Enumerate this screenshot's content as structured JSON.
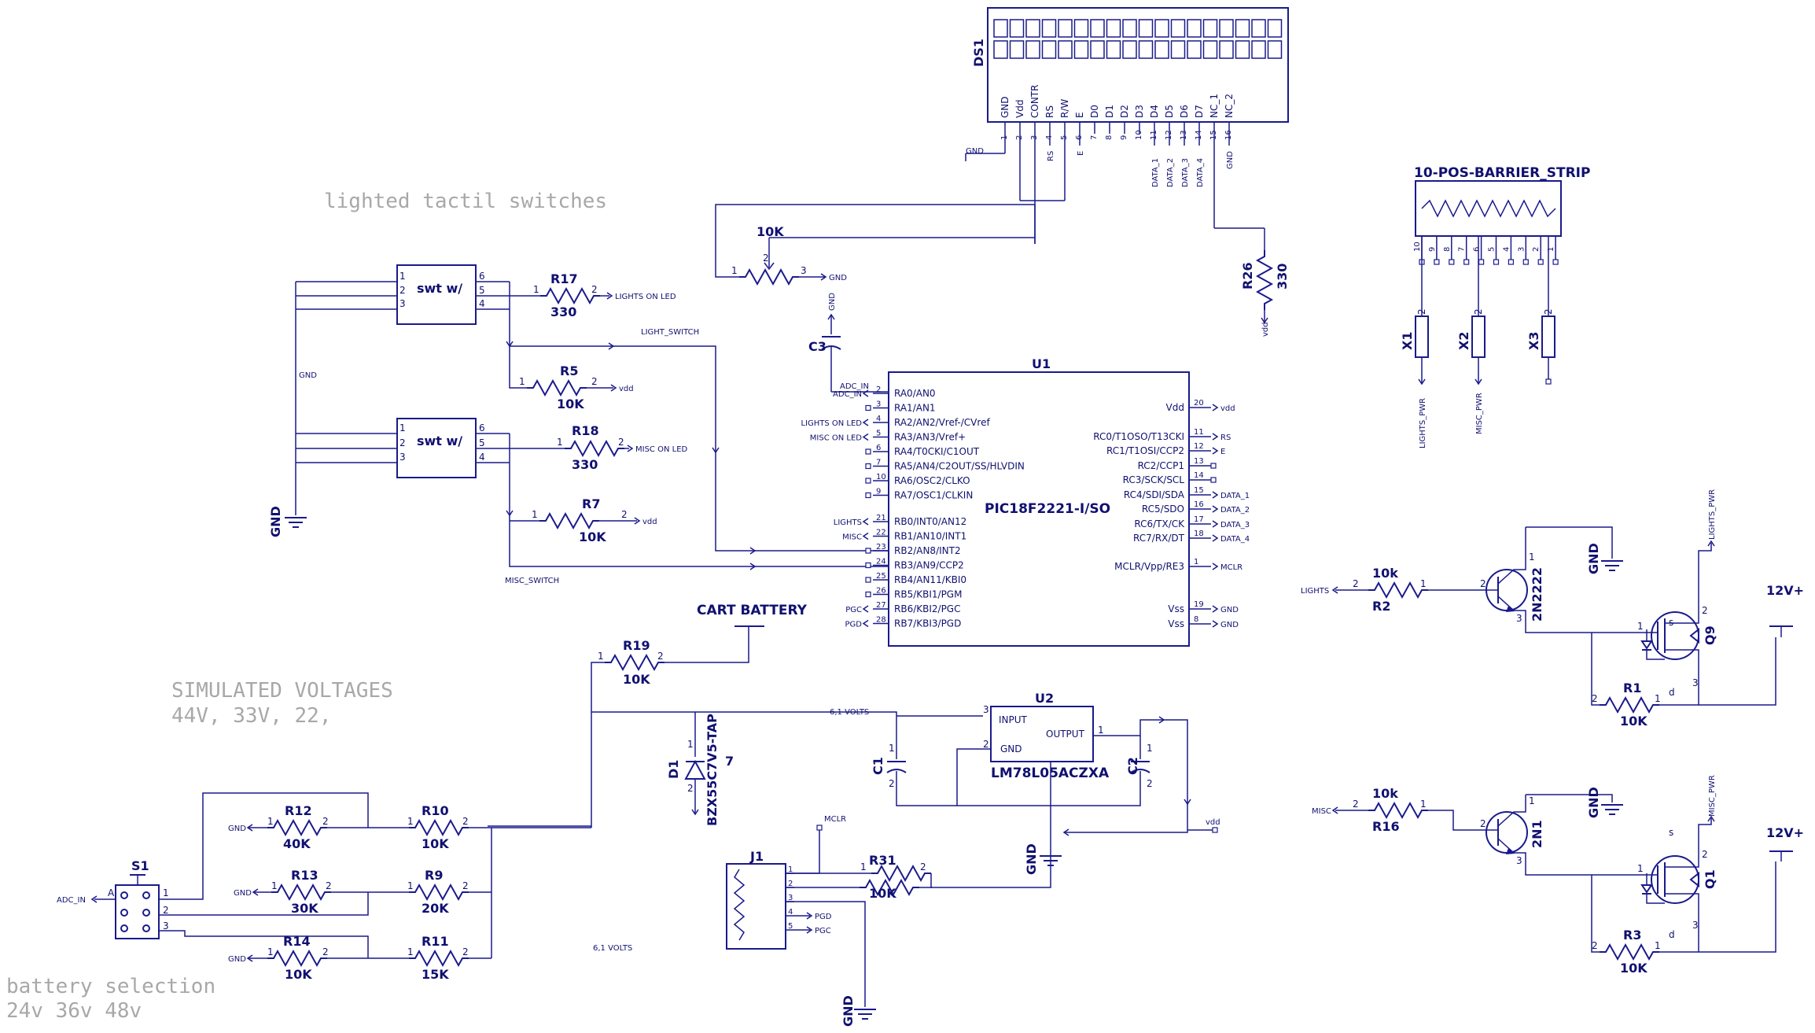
{
  "notes": {
    "tactile": "lighted tactil switches",
    "sim1": "SIMULATED VOLTAGES",
    "sim2": "44V, 33V, 22,",
    "bat1": "battery selection",
    "bat2": "24v 36v 48v"
  },
  "lcd": {
    "ref": "DS1",
    "pins": [
      "GND",
      "Vdd",
      "CONTR",
      "RS",
      "R/W",
      "E",
      "D0",
      "D1",
      "D2",
      "D3",
      "D4",
      "D5",
      "D6",
      "D7",
      "NC_1",
      "NC_2"
    ],
    "pin_nums": [
      "1",
      "2",
      "3",
      "4",
      "5",
      "6",
      "7",
      "8",
      "9",
      "10",
      "11",
      "12",
      "13",
      "14",
      "15",
      "16"
    ],
    "nets": [
      "GND",
      "RS",
      "E",
      "DATA_1",
      "DATA_2",
      "DATA_3",
      "DATA_4",
      "GND"
    ]
  },
  "pot": {
    "ref": "10K",
    "p1": "1",
    "p2": "2",
    "p3": "3",
    "gnd": "GND"
  },
  "c3": {
    "ref": "C3",
    "gnd": "GND",
    "net": "ADC_IN"
  },
  "r26": {
    "ref": "R26",
    "val": "330",
    "net": "vdd"
  },
  "barrier": {
    "title": "10-POS-BARRIER_STRIP",
    "pins": [
      "10",
      "9",
      "8",
      "7",
      "6",
      "5",
      "4",
      "3",
      "2",
      "1"
    ],
    "x": [
      {
        "ref": "X1",
        "pin": "2",
        "net": "LIGHTS_PWR"
      },
      {
        "ref": "X2",
        "pin": "2",
        "net": "MISC_PWR"
      },
      {
        "ref": "X3",
        "pin": "2",
        "net": ""
      }
    ]
  },
  "sw1": {
    "label": "swt w/",
    "p": [
      "1",
      "2",
      "3",
      "6",
      "5",
      "4"
    ]
  },
  "sw2": {
    "label": "swt w/",
    "p": [
      "1",
      "2",
      "3",
      "6",
      "5",
      "4"
    ]
  },
  "r17": {
    "ref": "R17",
    "val": "330",
    "net": "LIGHTS ON LED",
    "p1": "1",
    "p2": "2"
  },
  "r5": {
    "ref": "R5",
    "val": "10K",
    "net": "vdd",
    "p1": "1",
    "p2": "2"
  },
  "r18": {
    "ref": "R18",
    "val": "330",
    "net": "MISC ON LED",
    "p1": "1",
    "p2": "2"
  },
  "r7": {
    "ref": "R7",
    "val": "10K",
    "net": "vdd",
    "p1": "1",
    "p2": "2"
  },
  "nets": {
    "light_switch": "LIGHT_SWITCH",
    "misc_switch": "MISC_SWITCH",
    "gnd_mid": "GND",
    "gnd_left": "GND",
    "six_one": "6,1 VOLTS",
    "six_one_b": "6,1 VOLTS",
    "mclr": "MCLR",
    "vdd": "vdd",
    "gnd_reg": "GND",
    "gnd_j1": "GND"
  },
  "mcu": {
    "ref": "U1",
    "name": "PIC18F2221-I/SO",
    "left": [
      {
        "pin": "2",
        "label": "RA0/AN0",
        "net": "ADC_IN"
      },
      {
        "pin": "3",
        "label": "RA1/AN1",
        "net": ""
      },
      {
        "pin": "4",
        "label": "RA2/AN2/Vref-/CVref",
        "net": "LIGHTS ON LED"
      },
      {
        "pin": "5",
        "label": "RA3/AN3/Vref+",
        "net": "MISC ON LED"
      },
      {
        "pin": "6",
        "label": "RA4/T0CKI/C1OUT",
        "net": ""
      },
      {
        "pin": "7",
        "label": "RA5/AN4/C2OUT/SS/HLVDIN",
        "net": ""
      },
      {
        "pin": "10",
        "label": "RA6/OSC2/CLKO",
        "net": ""
      },
      {
        "pin": "9",
        "label": "RA7/OSC1/CLKIN",
        "net": ""
      },
      {
        "pin": "21",
        "label": "RB0/INT0/AN12",
        "net": "LIGHTS"
      },
      {
        "pin": "22",
        "label": "RB1/AN10/INT1",
        "net": "MISC"
      },
      {
        "pin": "23",
        "label": "RB2/AN8/INT2",
        "net": ""
      },
      {
        "pin": "24",
        "label": "RB3/AN9/CCP2",
        "net": ""
      },
      {
        "pin": "25",
        "label": "RB4/AN11/KBI0",
        "net": ""
      },
      {
        "pin": "26",
        "label": "RB5/KBI1/PGM",
        "net": ""
      },
      {
        "pin": "27",
        "label": "RB6/KBI2/PGC",
        "net": "PGC"
      },
      {
        "pin": "28",
        "label": "RB7/KBI3/PGD",
        "net": "PGD"
      }
    ],
    "right": [
      {
        "pin": "20",
        "label": "Vdd",
        "net": "vdd"
      },
      {
        "pin": "11",
        "label": "RC0/T1OSO/T13CKI",
        "net": "RS"
      },
      {
        "pin": "12",
        "label": "RC1/T1OSI/CCP2",
        "net": "E"
      },
      {
        "pin": "13",
        "label": "RC2/CCP1",
        "net": ""
      },
      {
        "pin": "14",
        "label": "RC3/SCK/SCL",
        "net": ""
      },
      {
        "pin": "15",
        "label": "RC4/SDI/SDA",
        "net": "DATA_1"
      },
      {
        "pin": "16",
        "label": "RC5/SDO",
        "net": "DATA_2"
      },
      {
        "pin": "17",
        "label": "RC6/TX/CK",
        "net": "DATA_3"
      },
      {
        "pin": "18",
        "label": "RC7/RX/DT",
        "net": "DATA_4"
      },
      {
        "pin": "1",
        "label": "MCLR/Vpp/RE3",
        "net": "MCLR"
      },
      {
        "pin": "19",
        "label": "Vss",
        "net": "GND"
      },
      {
        "pin": "8",
        "label": "Vss",
        "net": "GND"
      }
    ]
  },
  "cart": {
    "label": "CART BATTERY"
  },
  "r19": {
    "ref": "R19",
    "val": "10K",
    "p1": "1",
    "p2": "2"
  },
  "d1": {
    "ref": "D1",
    "val": "BZX55C7V5-TAP",
    "num": "7",
    "p1": "1",
    "p2": "2"
  },
  "u2": {
    "ref": "U2",
    "name": "LM78L05ACZXA",
    "in": "INPUT",
    "out": "OUTPUT",
    "gnd": "GND",
    "p_in": "3",
    "p_gnd": "2",
    "p_out": "1"
  },
  "c1": {
    "ref": "C1",
    "p1": "1",
    "p2": "2"
  },
  "c2": {
    "ref": "C2",
    "p1": "1",
    "p2": "2"
  },
  "s1": {
    "ref": "S1",
    "net": "ADC_IN",
    "a": "A",
    "p": [
      "1",
      "2",
      "3"
    ]
  },
  "r12": {
    "ref": "R12",
    "val": "40K",
    "net": "GND",
    "p1": "1",
    "p2": "2"
  },
  "r13": {
    "ref": "R13",
    "val": "30K",
    "net": "GND",
    "p1": "1",
    "p2": "2"
  },
  "r14": {
    "ref": "R14",
    "val": "10K",
    "net": "GND",
    "p1": "1",
    "p2": "2"
  },
  "r10": {
    "ref": "R10",
    "val": "10K",
    "p1": "1",
    "p2": "2"
  },
  "r9": {
    "ref": "R9",
    "val": "20K",
    "p1": "1",
    "p2": "2"
  },
  "r11": {
    "ref": "R11",
    "val": "15K",
    "p1": "1",
    "p2": "2"
  },
  "j1": {
    "ref": "J1",
    "pins": [
      "1",
      "2",
      "3",
      "4",
      "5"
    ],
    "nets": [
      "",
      "",
      "",
      "PGD",
      "PGC"
    ]
  },
  "r31": {
    "ref": "R31",
    "val": "10K",
    "p1": "1",
    "p2": "2"
  },
  "q_upper": {
    "r2": {
      "ref": "R2",
      "val": "10k",
      "net": "LIGHTS",
      "p1": "1",
      "p2": "2"
    },
    "bjt": {
      "ref": "2N2222",
      "p1": "1",
      "p2": "2",
      "p3": "3"
    },
    "gnd": "GND",
    "fet": {
      "ref": "Q9",
      "s": "s",
      "d": "d",
      "p1": "1",
      "p2": "2",
      "p3": "3"
    },
    "net": "LIGHTS_PWR",
    "r1": {
      "ref": "R1",
      "val": "10K",
      "p1": "1",
      "p2": "2"
    },
    "v": "12V+"
  },
  "q_lower": {
    "r16": {
      "ref": "R16",
      "val": "10k",
      "net": "MISC",
      "p1": "1",
      "p2": "2"
    },
    "bjt": {
      "ref": "2N1",
      "p1": "1",
      "p2": "2",
      "p3": "3"
    },
    "gnd": "GND",
    "fet": {
      "ref": "Q1",
      "s": "s",
      "d": "d",
      "p1": "1",
      "p2": "2",
      "p3": "3"
    },
    "net": "MISC_PWR",
    "r3": {
      "ref": "R3",
      "val": "10K",
      "p1": "1",
      "p2": "2"
    },
    "v": "12V+"
  }
}
